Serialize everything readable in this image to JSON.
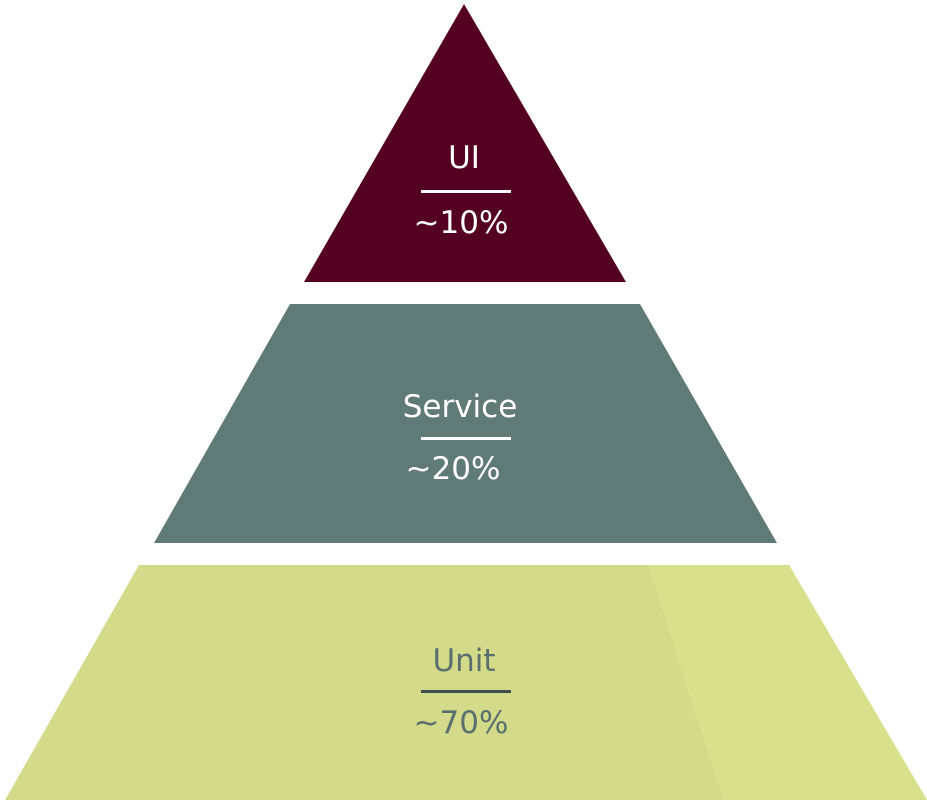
{
  "pyramid": {
    "tiers": [
      {
        "key": "ui",
        "name": "UI",
        "share": "~10%",
        "fill": "#540021",
        "text_color": "#ffffff",
        "rule_color": "#ffffff"
      },
      {
        "key": "service",
        "name": "Service",
        "share": "~20%",
        "fill": "#607a77",
        "text_color": "#ffffff",
        "rule_color": "#ffffff"
      },
      {
        "key": "unit",
        "name": "Unit",
        "share": "~70%",
        "fill": "#d3da89",
        "highlight_fill": "#d9e08c",
        "text_color": "#5b706e",
        "rule_color": "#3f4d4c"
      }
    ]
  }
}
